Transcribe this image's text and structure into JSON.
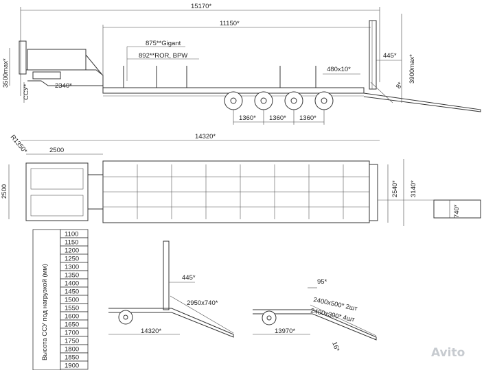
{
  "side_view": {
    "overall_length": "15170*",
    "deck_length": "11150*",
    "gigant_label": "875**Gigant",
    "ror_label": "892**ROR, BPW",
    "ramp_offset": "445*",
    "max_height": "3900max*",
    "front_max_height": "3500max*",
    "ssu_label": "ССУ*",
    "gooseneck_offset": "2340*",
    "deck_step": "480x10*",
    "ramp_angle": "8*",
    "axle_spacings": [
      "1360*",
      "1360*",
      "1360*"
    ],
    "wheelbase": "14320*"
  },
  "top_view": {
    "radius": "R1350*",
    "neck_length": "2500",
    "front_width": "2500",
    "deck_width": "2540*",
    "outer_width": "3140*",
    "ramp_width": "740*"
  },
  "table": {
    "title": "Высота ССУ под нагрузкой (мм)",
    "values": [
      "1100",
      "1150",
      "1200",
      "1250",
      "1300",
      "1350",
      "1400",
      "1450",
      "1500",
      "1550",
      "1600",
      "1650",
      "1700",
      "1750",
      "1800",
      "1850",
      "1900"
    ]
  },
  "detail_left": {
    "ramp_offset": "445*",
    "ramp_size": "2950x740*",
    "length": "14320*"
  },
  "detail_right": {
    "offset": "95*",
    "ramp_a": "2400x500* 2шт",
    "ramp_b": "2400x300* 4шт",
    "length": "13970*",
    "angle": "16*"
  },
  "watermark": "Avito"
}
